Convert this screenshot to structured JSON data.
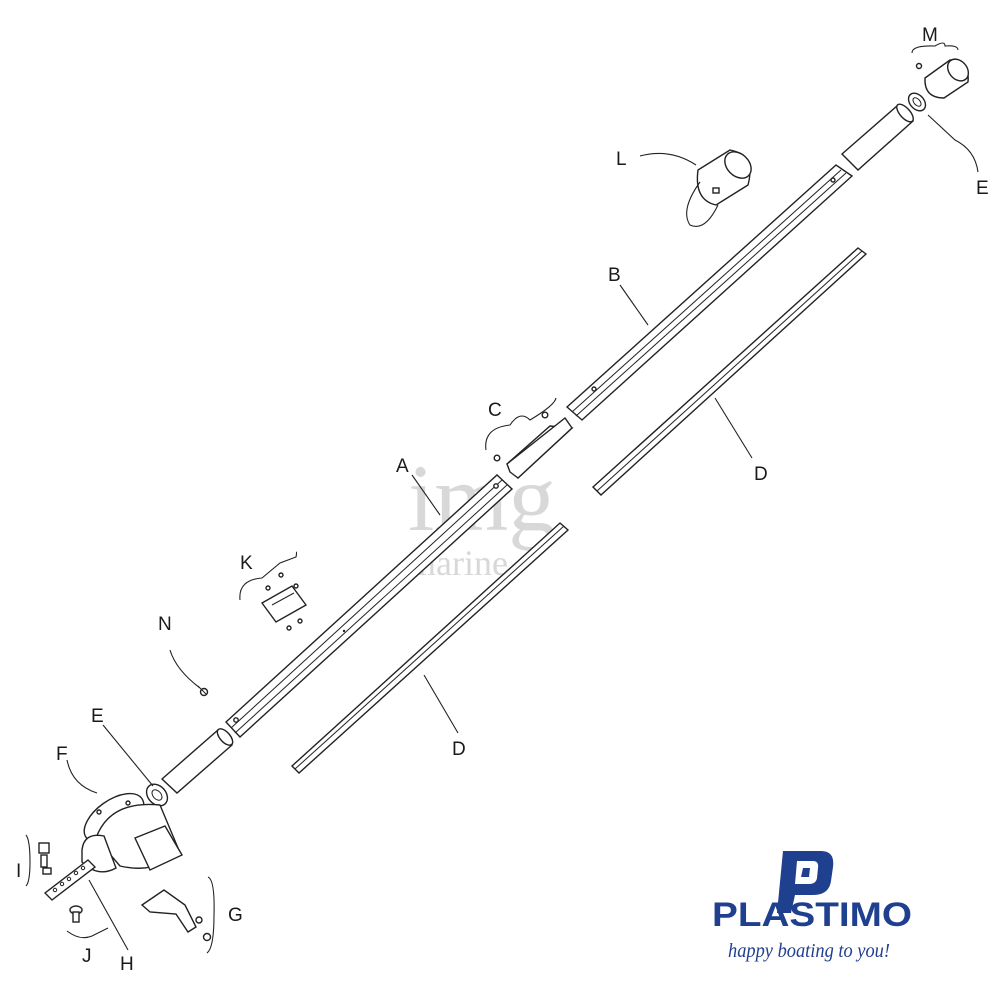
{
  "labels": {
    "A": "A",
    "B": "B",
    "C": "C",
    "D": "D",
    "E": "E",
    "F": "F",
    "G": "G",
    "H": "H",
    "I": "I",
    "J": "J",
    "K": "K",
    "L": "L",
    "M": "M",
    "N": "N"
  },
  "watermark": {
    "line1": "img",
    "line2": "marine"
  },
  "brand": {
    "name": "PLASTIMO",
    "tagline": "happy boating to you!",
    "color": "#1f3f8f"
  }
}
